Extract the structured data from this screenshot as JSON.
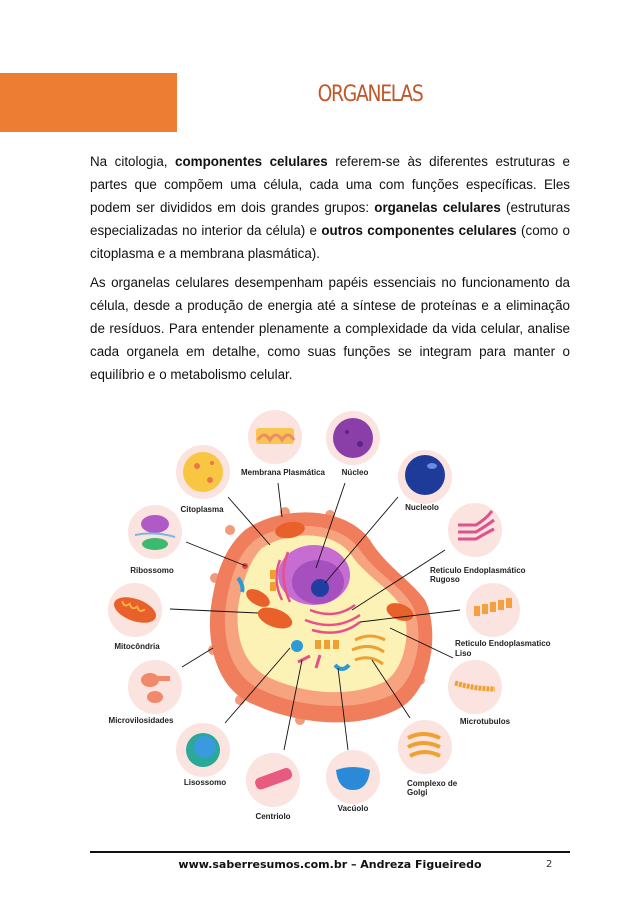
{
  "header": {
    "title": "ORGANELAS"
  },
  "paragraphs": {
    "p1": {
      "t1": "Na citologia, ",
      "b1": "componentes celulares",
      "t2": " referem-se às diferentes estruturas e partes que compõem uma célula, cada uma com funções específicas. Eles podem ser divididos em dois grandes grupos: ",
      "b2": "organelas celulares",
      "t3": " (estruturas especializadas no interior da célula) e ",
      "b3": "outros componentes celulares",
      "t4": " (como o citoplasma e a membrana plasmática)."
    },
    "p2": "As organelas celulares desempenham papéis essenciais no funcionamento da célula, desde a produção de energia até a síntese de proteínas e a eliminação de resíduos. Para entender plenamente a complexidade da vida celular, analise cada organela em detalhe, como suas funções se integram para manter o equilíbrio e o metabolismo celular."
  },
  "figure": {
    "labels": {
      "membrana": "Membrana Plasmática",
      "nucleo": "Núcleo",
      "citoplasma": "Citoplasma",
      "nucleolo": "Nucleolo",
      "ribossomo": "Ribossomo",
      "rer1": "Reticulo Endoplasmático",
      "rer2": "Rugoso",
      "mitocondria": "Mitocôndria",
      "rel1": "Reticulo Endoplasmatico",
      "rel2": "Liso",
      "microvilosidades": "Microvilosidades",
      "microtubulos": "Microtubulos",
      "lisossomo": "Lisossomo",
      "golgi1": "Complexo de",
      "golgi2": "Golgi",
      "centriolo": "Centriolo",
      "vacuolo": "Vacúolo"
    }
  },
  "footer": {
    "text": "www.saberresumos.com.br – Andreza Figueiredo",
    "page": "2"
  },
  "colors": {
    "accent": "#ec7d33",
    "title": "#c0582a"
  }
}
